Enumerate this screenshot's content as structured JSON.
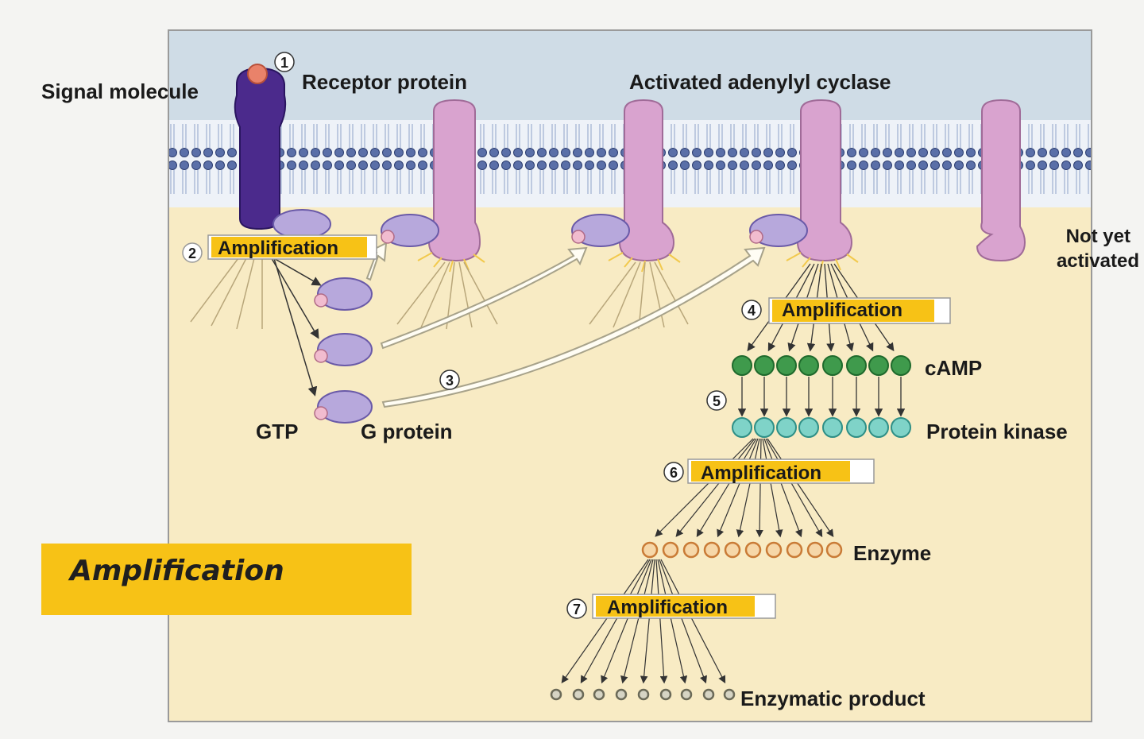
{
  "labels": {
    "signal_molecule": "Signal molecule",
    "receptor_protein": "Receptor protein",
    "activated_adenylyl_cyclase": "Activated adenylyl cyclase",
    "not_yet": "Not yet",
    "activated": "activated",
    "gtp": "GTP",
    "g_protein": "G protein",
    "camp": "cAMP",
    "protein_kinase": "Protein kinase",
    "enzyme": "Enzyme",
    "enzymatic_product": "Enzymatic product"
  },
  "steps": [
    {
      "number": "1"
    },
    {
      "number": "2",
      "label": "Amplification"
    },
    {
      "number": "3"
    },
    {
      "number": "4",
      "label": "Amplification"
    },
    {
      "number": "5"
    },
    {
      "number": "6",
      "label": "Amplification"
    },
    {
      "number": "7",
      "label": "Amplification"
    }
  ],
  "side_banner": "Amplification",
  "colors": {
    "extracellular": "#cfdce6",
    "cytoplasm": "#f8ebc4",
    "receptor": "#4b2a8c",
    "adenylyl_cyclase": "#d9a3cf",
    "g_protein": "#b7a8dc",
    "camp": "#3f9a4c",
    "protein_kinase": "#7fd3c8",
    "enzyme": "#e7a765",
    "product": "#8a8a78",
    "amplification_box": "#f7c216"
  }
}
